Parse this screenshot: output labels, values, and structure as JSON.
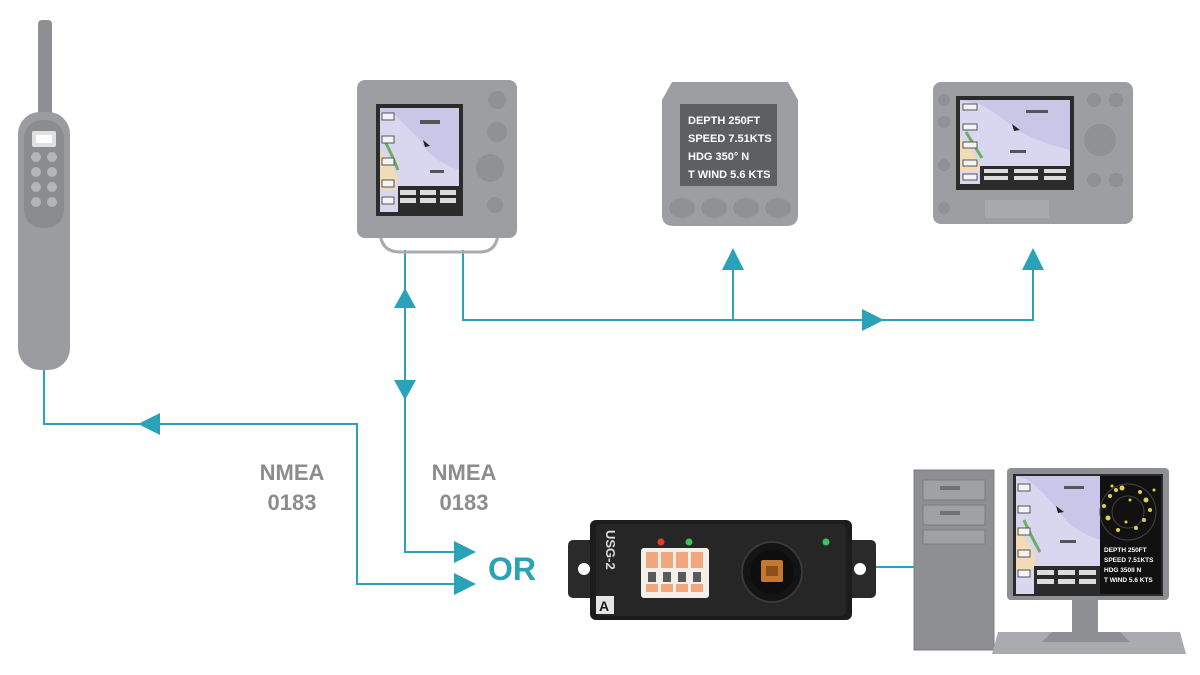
{
  "colors": {
    "connection": "#2aa3b8",
    "device_gray": "#8d8f92",
    "device_gray_light": "#a9abae",
    "label_gray": "#8c8c8c",
    "or_teal": "#2aa3b8",
    "screen_bg": "#5d5f61",
    "screen_text": "#ffffff",
    "chart_water": "#c9c6e8",
    "chart_land": "#f1dcb6",
    "usb_port": "#c5792e",
    "led_red": "#e33b2a",
    "led_green": "#3ec15c"
  },
  "labels": {
    "nmea_left": [
      "NMEA",
      "0183"
    ],
    "nmea_right": [
      "NMEA",
      "0183"
    ],
    "or": "OR"
  },
  "instrument_display": {
    "lines": [
      "DEPTH 250FT",
      "SPEED 7.51KTS",
      "HDG  350°  N",
      "T WIND 5.6 KTS"
    ]
  },
  "pc_overlay": {
    "lines": [
      "DEPTH 250FT",
      "SPEED 7.51KTS",
      "HDG  350II  N",
      "T WIND 5.6 KTS"
    ]
  },
  "usg": {
    "model": "USG-2",
    "badge": "A"
  },
  "icons": [
    "vhf-radio-icon",
    "chartplotter-icon",
    "instrument-display-icon",
    "chartplotter-wide-icon",
    "usg-2-adapter-icon",
    "desktop-pc-icon"
  ]
}
